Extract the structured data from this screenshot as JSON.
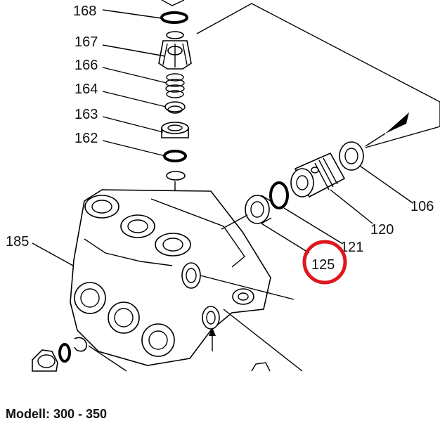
{
  "diagram": {
    "part_numbers": {
      "p168": "168",
      "p167": "167",
      "p166": "166",
      "p164": "164",
      "p163": "163",
      "p162": "162",
      "p185": "185",
      "p106": "106",
      "p120": "120",
      "p121": "121",
      "p125": "125"
    },
    "highlight": {
      "part": "125",
      "color": "#e0161e"
    }
  },
  "caption": "Modell: 300 - 350"
}
